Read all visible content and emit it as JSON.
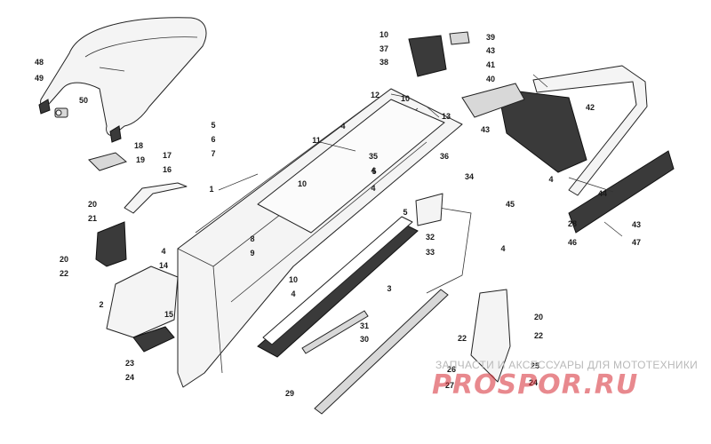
{
  "diagram": {
    "callouts": {
      "c1": "1",
      "c2": "2",
      "c3": "3",
      "c4a": "4",
      "c4b": "4",
      "c4c": "4",
      "c4d": "4",
      "c4e": "4",
      "c4f": "4",
      "c4g": "4",
      "c5a": "5",
      "c5b": "5",
      "c5c": "5",
      "c6": "6",
      "c7": "7",
      "c8": "8",
      "c9": "9",
      "c10a": "10",
      "c10b": "10",
      "c10c": "10",
      "c10d": "10",
      "c11": "11",
      "c12": "12",
      "c13": "13",
      "c14": "14",
      "c15": "15",
      "c16": "16",
      "c17": "17",
      "c18": "18",
      "c19": "19",
      "c20a": "20",
      "c20b": "20",
      "c20c": "20",
      "c21": "21",
      "c22a": "22",
      "c22b": "22",
      "c22c": "22",
      "c23": "23",
      "c24a": "24",
      "c24b": "24",
      "c25": "25",
      "c26": "26",
      "c27": "27",
      "c28": "28",
      "c29": "29",
      "c30": "30",
      "c31": "31",
      "c32": "32",
      "c33": "33",
      "c34": "34",
      "c35": "35",
      "c36": "36",
      "c37": "37",
      "c38": "38",
      "c39": "39",
      "c40": "40",
      "c41": "41",
      "c42": "42",
      "c43a": "43",
      "c43b": "43",
      "c43c": "43",
      "c44": "44",
      "c45": "45",
      "c46": "46",
      "c47": "47",
      "c48": "48",
      "c49": "49",
      "c50": "50"
    }
  },
  "watermark": {
    "caption": "ЗАПЧАСТИ И АКСЕССУАРЫ ДЛЯ МОТОТЕХНИКИ",
    "logo": "PROSPOR.RU"
  }
}
